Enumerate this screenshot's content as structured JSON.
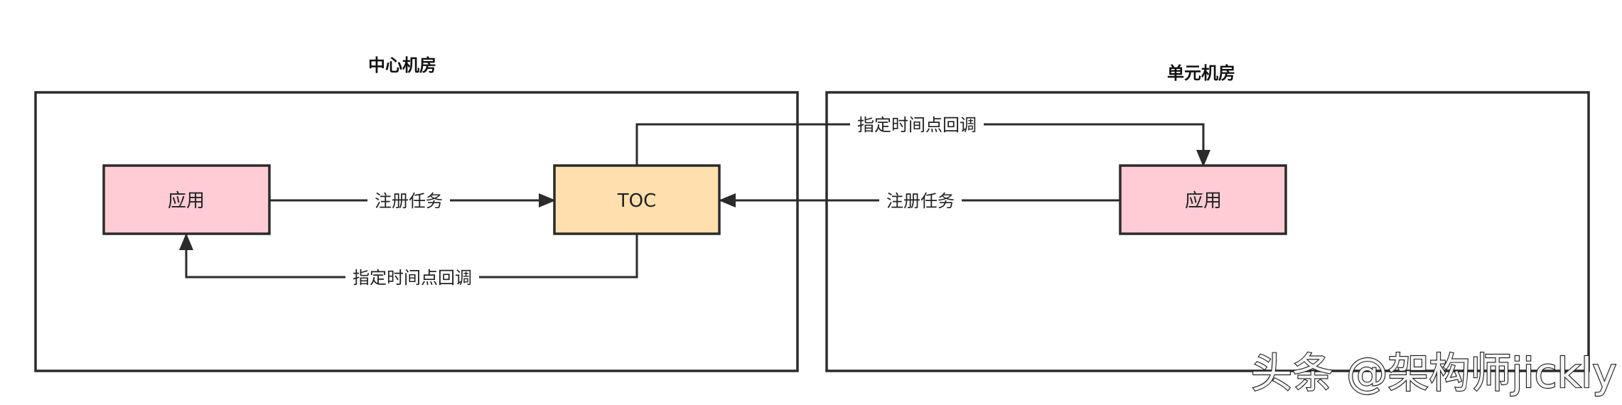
{
  "zones": {
    "center": {
      "title": "中心机房"
    },
    "unit": {
      "title": "单元机房"
    }
  },
  "nodes": {
    "center_app": {
      "label": "应用",
      "fill": "#ffccd5"
    },
    "toc": {
      "label": "TOC",
      "fill": "#ffdfae"
    },
    "unit_app": {
      "label": "应用",
      "fill": "#ffccd5"
    }
  },
  "edges": {
    "center_register": {
      "label": "注册任务"
    },
    "center_callback": {
      "label": "指定时间点回调"
    },
    "unit_register": {
      "label": "注册任务"
    },
    "unit_callback": {
      "label": "指定时间点回调"
    }
  },
  "colors": {
    "stroke": "#2b2b2b"
  },
  "watermark": {
    "text": "头条 @架构师jickly"
  }
}
